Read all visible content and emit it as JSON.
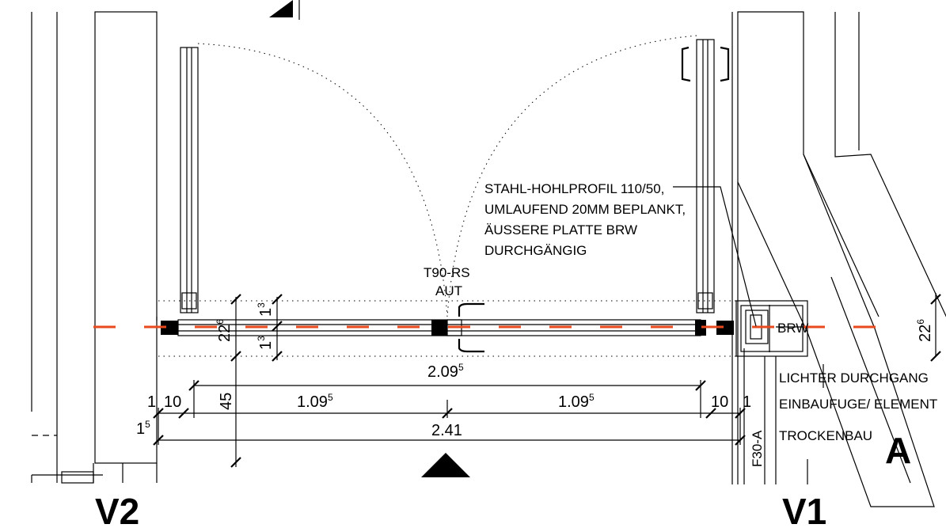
{
  "labels": {
    "view_left": "V2",
    "view_right": "V1",
    "section_mark": "A",
    "door_type": "T90-RS",
    "door_mode": "AUT",
    "note_line1": "STAHL-HOHLPROFIL 110/50,",
    "note_line2": "UMLAUFEND 20MM BEPLANKT,",
    "note_line3": "ÄUSSERE PLATTE BRW",
    "note_line4": "DURCHGÄNGIG",
    "brw_tag": "BRW",
    "lichter_line1": "LICHTER DURCHGANG",
    "lichter_line2": "EINBAUFUGE/ ELEMENT",
    "lichter_line3": "TROCKENBAU",
    "fire_class": "F30-A"
  },
  "dimensions": {
    "clear_width": "2.09",
    "clear_width_sup": "5",
    "leaf_left": "1.09",
    "leaf_left_sup": "5",
    "leaf_right": "1.09",
    "leaf_right_sup": "5",
    "total_width": "2.41",
    "frame_left": "10",
    "frame_right": "10",
    "joint_left": "1",
    "joint_right": "1",
    "offset_left": "1",
    "offset_left_sup": "5",
    "depth": "45",
    "leaf_thickness": "22",
    "leaf_thickness_sup": "6",
    "wall_depth": "22",
    "wall_depth_sup": "6",
    "profile_a": "1",
    "profile_a_sup": "3",
    "profile_b": "1",
    "profile_b_sup": "3"
  },
  "colors": {
    "line": "#000000",
    "axis": "#e8491d",
    "background": "#ffffff"
  }
}
